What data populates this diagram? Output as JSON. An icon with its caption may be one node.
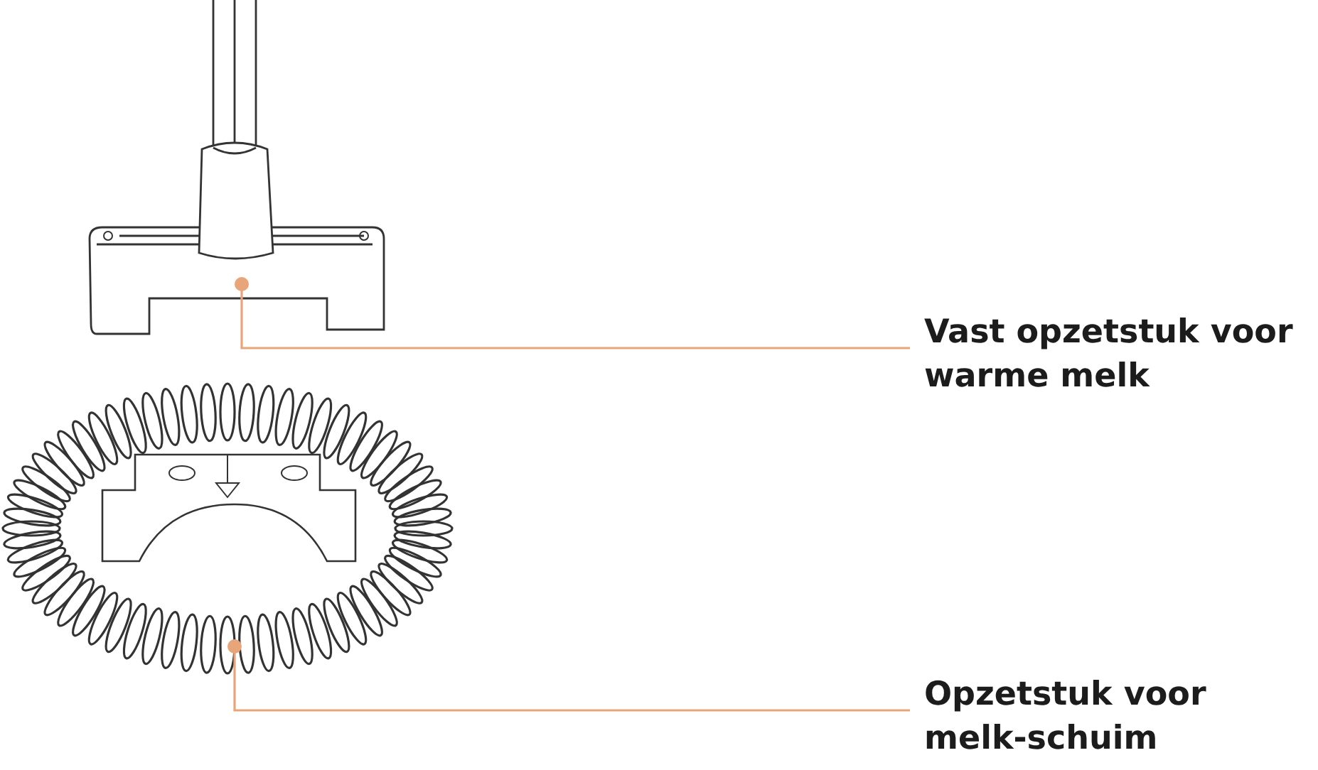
{
  "diagram": {
    "nodes": [
      {
        "text": [],
        "shape": "picture"
      },
      {
        "text": [
          "Vast opzetstuk voor warme melk"
        ]
      },
      {
        "text": [],
        "shape": "picture"
      },
      {
        "text": [
          "Opzetstuk voor melk-schuim"
        ]
      }
    ],
    "edges": [
      {
        "from": 1,
        "to": 0,
        "arrow": "none"
      },
      {
        "from": 3,
        "to": 2,
        "arrow": "none"
      }
    ]
  }
}
